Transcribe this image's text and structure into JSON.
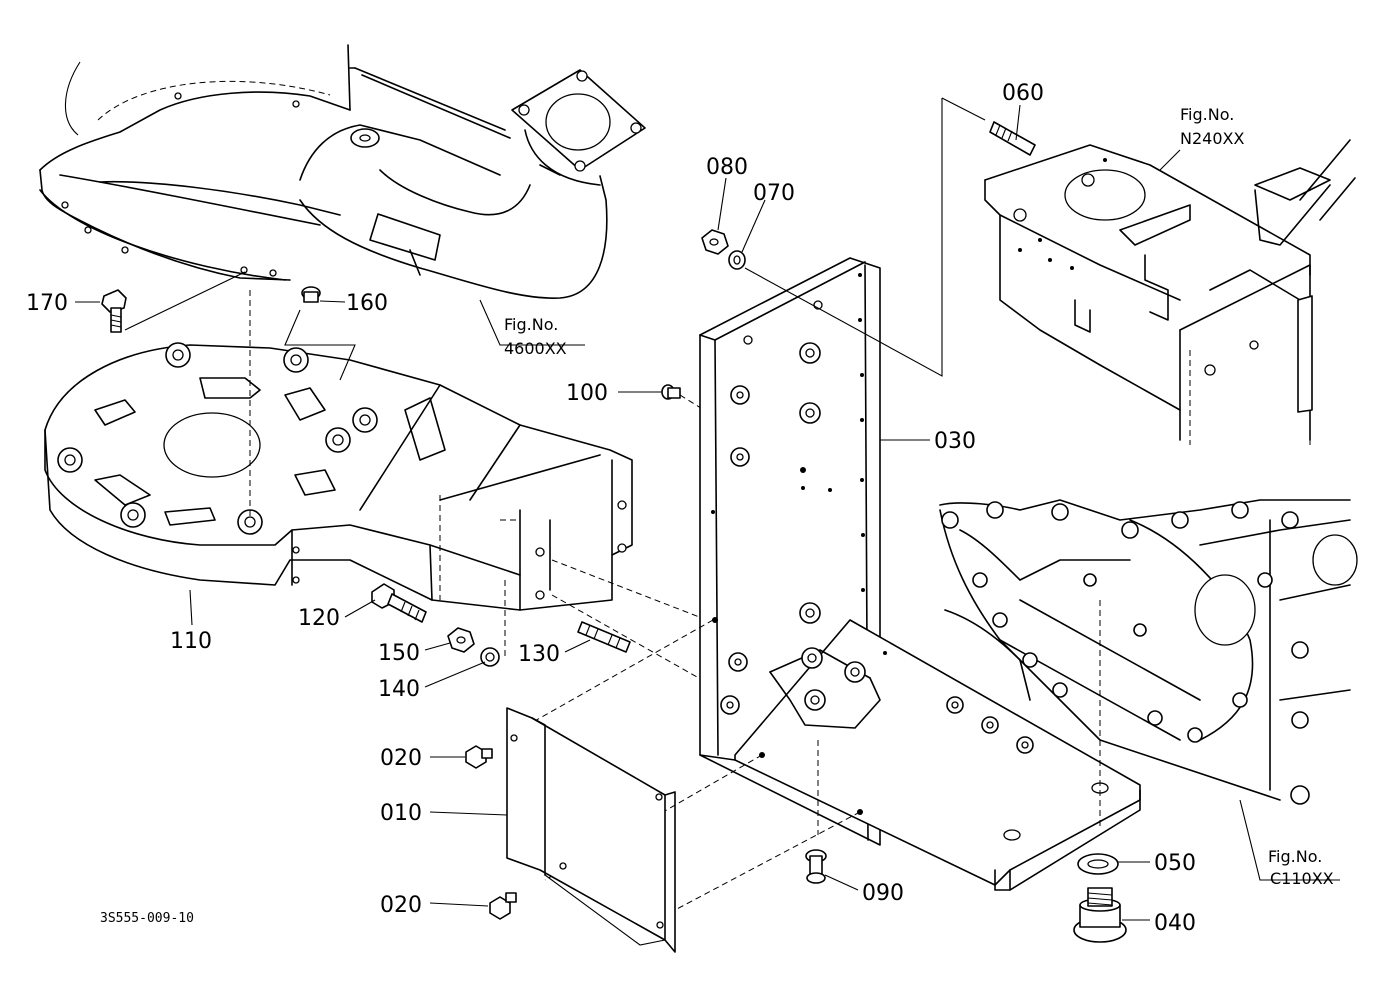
{
  "drawing_code": "3S555-009-10",
  "part_numbers": {
    "p010": "010",
    "p020a": "020",
    "p020b": "020",
    "p030": "030",
    "p040": "040",
    "p050": "050",
    "p060": "060",
    "p070": "070",
    "p080": "080",
    "p090": "090",
    "p100": "100",
    "p110": "110",
    "p120": "120",
    "p130": "130",
    "p140": "140",
    "p150": "150",
    "p160": "160",
    "p170": "170"
  },
  "figure_refs": {
    "exhaust": {
      "label": "Fig.No.",
      "code": "4600XX"
    },
    "frame": {
      "label": "Fig.No.",
      "code": "N240XX"
    },
    "crankcase": {
      "label": "Fig.No.",
      "code": "C110XX"
    }
  }
}
